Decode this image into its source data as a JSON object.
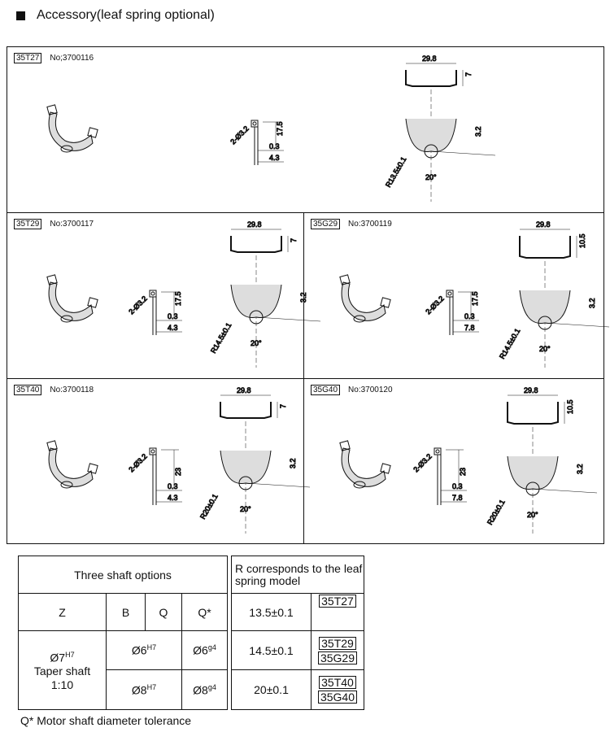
{
  "heading": "Accessory(leaf spring optional)",
  "panels": [
    {
      "model": "35T27",
      "number": "No;3700116",
      "width": "29.8",
      "height": "7",
      "hole": "2-Ø3.2",
      "h1": "17.5",
      "d1": "0.3",
      "d2": "4.3",
      "radius": "R13.5±0.1",
      "angle": "20°",
      "thick": "3.2"
    },
    {
      "model": "35T29",
      "number": "No:3700117",
      "width": "29.8",
      "height": "7",
      "hole": "2-Ø3.2",
      "h1": "17.5",
      "d1": "0.3",
      "d2": "4.3",
      "radius": "R14.5±0.1",
      "angle": "20°",
      "thick": "3.2"
    },
    {
      "model": "35G29",
      "number": "No:3700119",
      "width": "29.8",
      "height": "10.5",
      "hole": "2-Ø3.2",
      "h1": "17.5",
      "d1": "0.3",
      "d2": "7.8",
      "radius": "R14.5±0.1",
      "angle": "20°",
      "thick": "3.2"
    },
    {
      "model": "35T40",
      "number": "No:3700118",
      "width": "29.8",
      "height": "7",
      "hole": "2-Ø3.2",
      "h1": "23",
      "d1": "0.3",
      "d2": "4.3",
      "radius": "R20±0.1",
      "angle": "20°",
      "thick": "3.2"
    },
    {
      "model": "35G40",
      "number": "No:3700120",
      "width": "29.8",
      "height": "10.5",
      "hole": "2-Ø3.2",
      "h1": "23",
      "d1": "0.3",
      "d2": "7.8",
      "radius": "R20±0.1",
      "angle": "20°",
      "thick": "3.2"
    }
  ],
  "shaft_table": {
    "title": "Three shaft options",
    "headers": [
      "Z",
      "B",
      "Q",
      "Q*"
    ],
    "z_main": "Ø7",
    "z_main_tol": "H7",
    "z_taper": "Taper shaft",
    "z_ratio": "1:10",
    "bq_row1": "Ø6",
    "bq_row1_tol": "H7",
    "qs_row1": "Ø6",
    "qs_row1_tol": "g4",
    "bq_row2": "Ø8",
    "bq_row2_tol": "H7",
    "qs_row2": "Ø8",
    "qs_row2_tol": "g4"
  },
  "r_table": {
    "title": "R corresponds to the leaf spring model",
    "rows": [
      {
        "r": "13.5±0.1",
        "models": [
          "35T27"
        ]
      },
      {
        "r": "14.5±0.1",
        "models": [
          "35T29",
          "35G29"
        ]
      },
      {
        "r": "20±0.1",
        "models": [
          "35T40",
          "35G40"
        ]
      }
    ]
  },
  "footnote": "Q*  Motor shaft diameter tolerance"
}
